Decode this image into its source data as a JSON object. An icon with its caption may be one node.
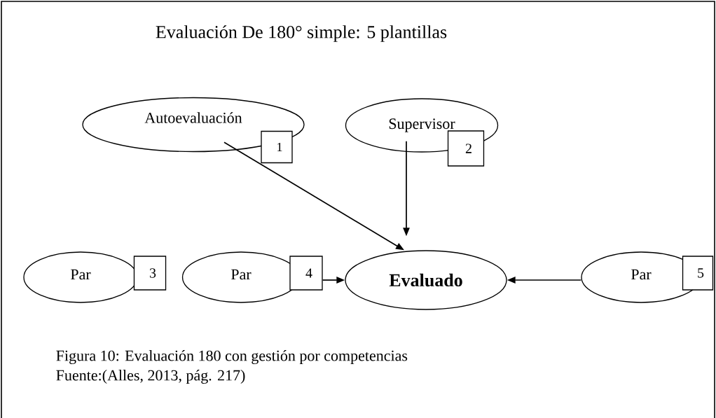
{
  "diagram": {
    "title": "Evaluación De 180° simple: 5 plantillas",
    "nodes": [
      {
        "text": [
          "Autoevaluación"
        ]
      },
      {
        "text": [
          "1"
        ]
      },
      {
        "text": [
          "Supervisor"
        ]
      },
      {
        "text": [
          "2"
        ]
      },
      {
        "text": [
          "Par"
        ]
      },
      {
        "text": [
          "3"
        ]
      },
      {
        "text": [
          "Par"
        ]
      },
      {
        "text": [
          "4"
        ]
      },
      {
        "text": [
          "Evaluado"
        ]
      },
      {
        "text": [
          "Par"
        ]
      },
      {
        "text": [
          "5"
        ]
      }
    ],
    "edges": [
      {
        "from": 0,
        "to": 8,
        "arrow": "to"
      },
      {
        "from": 2,
        "to": 8,
        "arrow": "to"
      },
      {
        "from": 7,
        "to": 8,
        "arrow": "to"
      },
      {
        "from": 9,
        "to": 8,
        "arrow": "to"
      }
    ],
    "caption": "Figura 10: Evaluación 180 con gestión por competencias",
    "labels": [
      "Fuente:(Alles, 2013, pág. 217)"
    ]
  }
}
